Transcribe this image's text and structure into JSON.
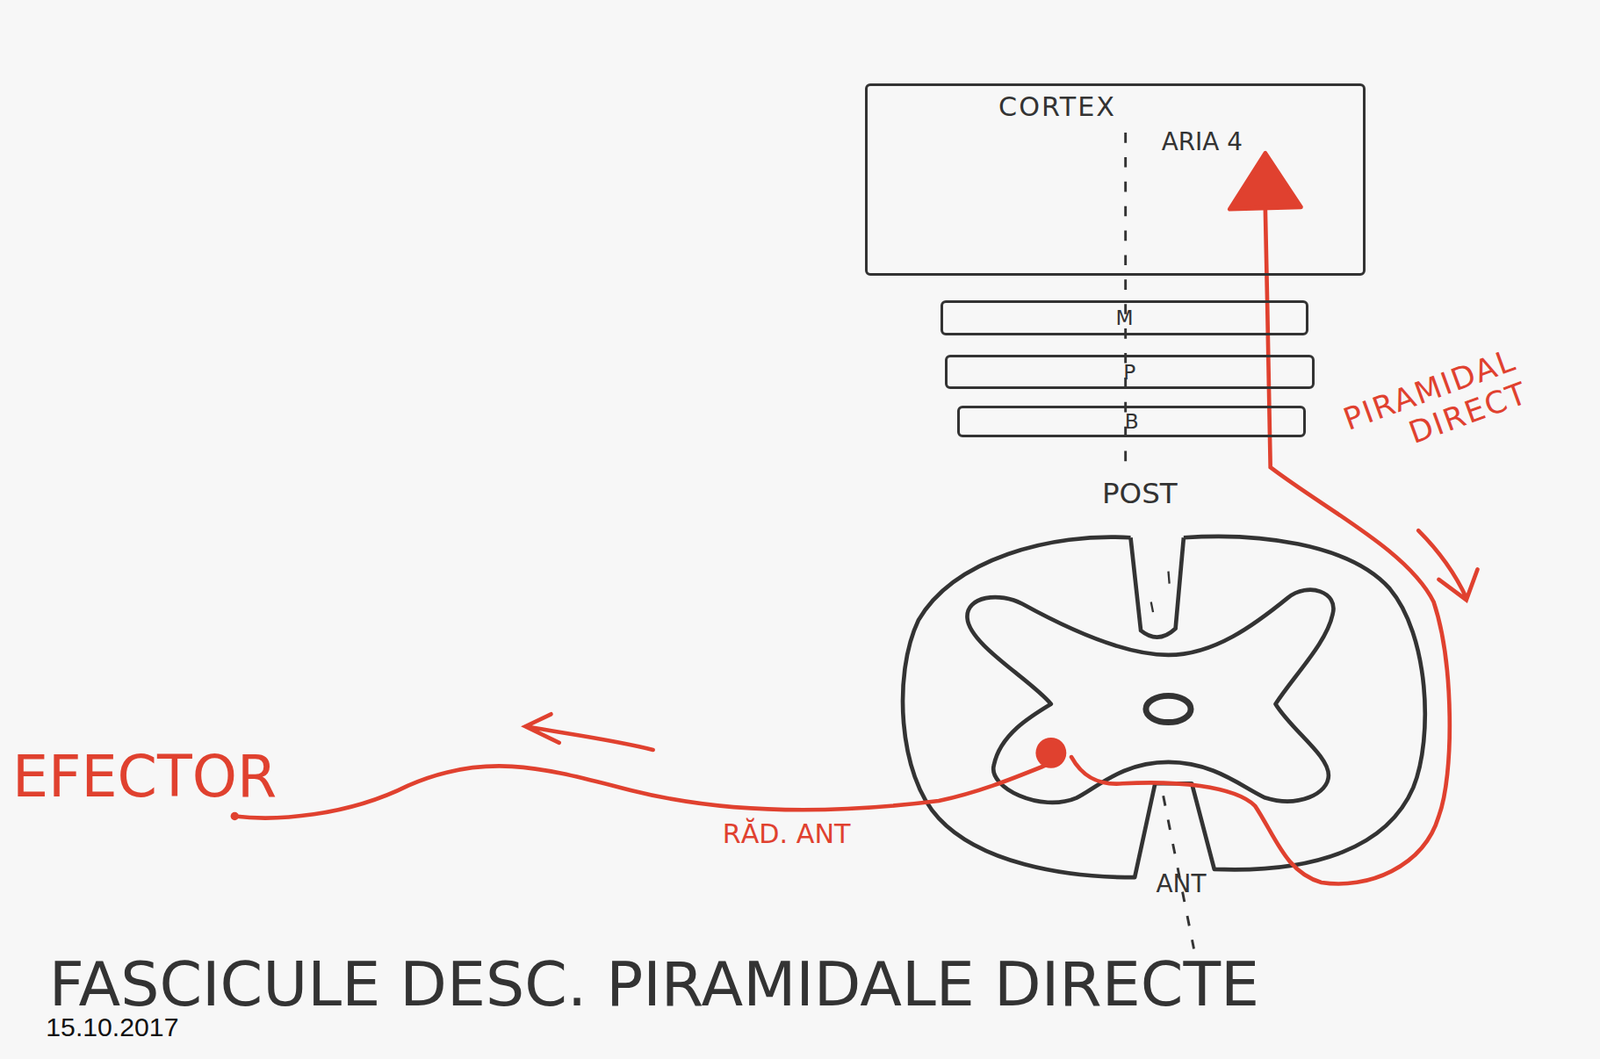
{
  "diagram": {
    "title": "FASCICULE DESC. PIRAMIDALE DIRECTE",
    "nodes": [
      {
        "text": [
          "CORTEX"
        ]
      },
      {
        "text": [
          "M"
        ]
      },
      {
        "text": [
          "P"
        ]
      },
      {
        "text": [
          "B"
        ]
      }
    ],
    "labels": [
      "ARIA 4",
      "POST",
      "ANT",
      "PIRAMIDAL DIRECT",
      "EFECTOR",
      "RĂD. ANT",
      "15.10.2017"
    ]
  }
}
